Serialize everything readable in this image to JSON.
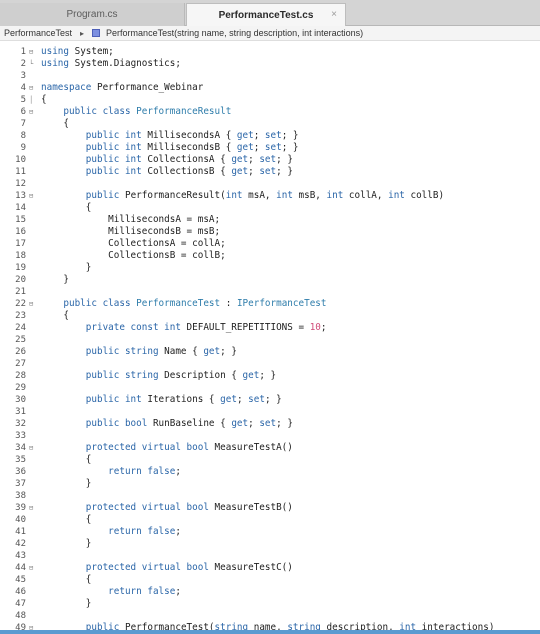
{
  "tabs": [
    {
      "label": "Program.cs",
      "active": false
    },
    {
      "label": "PerformanceTest.cs",
      "active": true,
      "close_glyph": "×"
    }
  ],
  "breadcrumb": {
    "class_name": "PerformanceTest",
    "separator": "▸",
    "member": "PerformanceTest(string name, string description, int interactions)"
  },
  "code_lines": [
    {
      "n": "1",
      "fold": "⊟",
      "segs": [
        {
          "t": "using",
          "c": "kw"
        },
        {
          "t": " System;"
        }
      ]
    },
    {
      "n": "2",
      "fold": "└",
      "segs": [
        {
          "t": "using",
          "c": "kw"
        },
        {
          "t": " System.Diagnostics;"
        }
      ]
    },
    {
      "n": "3",
      "segs": []
    },
    {
      "n": "4",
      "fold": "⊟",
      "segs": [
        {
          "t": "namespace",
          "c": "kw"
        },
        {
          "t": " Performance_Webinar"
        }
      ]
    },
    {
      "n": "5",
      "fold": "│",
      "segs": [
        {
          "t": "{"
        }
      ]
    },
    {
      "n": "6",
      "fold": "⊟",
      "segs": [
        {
          "t": "    "
        },
        {
          "t": "public class",
          "c": "kw"
        },
        {
          "t": " "
        },
        {
          "t": "PerformanceResult",
          "c": "tp"
        }
      ]
    },
    {
      "n": "7",
      "segs": [
        {
          "t": "    {"
        }
      ]
    },
    {
      "n": "8",
      "segs": [
        {
          "t": "        "
        },
        {
          "t": "public int",
          "c": "kw"
        },
        {
          "t": " MillisecondsA { "
        },
        {
          "t": "get",
          "c": "kw"
        },
        {
          "t": "; "
        },
        {
          "t": "set",
          "c": "kw"
        },
        {
          "t": "; }"
        }
      ]
    },
    {
      "n": "9",
      "segs": [
        {
          "t": "        "
        },
        {
          "t": "public int",
          "c": "kw"
        },
        {
          "t": " MillisecondsB { "
        },
        {
          "t": "get",
          "c": "kw"
        },
        {
          "t": "; "
        },
        {
          "t": "set",
          "c": "kw"
        },
        {
          "t": "; }"
        }
      ]
    },
    {
      "n": "10",
      "segs": [
        {
          "t": "        "
        },
        {
          "t": "public int",
          "c": "kw"
        },
        {
          "t": " CollectionsA { "
        },
        {
          "t": "get",
          "c": "kw"
        },
        {
          "t": "; "
        },
        {
          "t": "set",
          "c": "kw"
        },
        {
          "t": "; }"
        }
      ]
    },
    {
      "n": "11",
      "segs": [
        {
          "t": "        "
        },
        {
          "t": "public int",
          "c": "kw"
        },
        {
          "t": " CollectionsB { "
        },
        {
          "t": "get",
          "c": "kw"
        },
        {
          "t": "; "
        },
        {
          "t": "set",
          "c": "kw"
        },
        {
          "t": "; }"
        }
      ]
    },
    {
      "n": "12",
      "segs": []
    },
    {
      "n": "13",
      "fold": "⊟",
      "segs": [
        {
          "t": "        "
        },
        {
          "t": "public",
          "c": "kw"
        },
        {
          "t": " PerformanceResult("
        },
        {
          "t": "int",
          "c": "kw"
        },
        {
          "t": " msA, "
        },
        {
          "t": "int",
          "c": "kw"
        },
        {
          "t": " msB, "
        },
        {
          "t": "int",
          "c": "kw"
        },
        {
          "t": " collA, "
        },
        {
          "t": "int",
          "c": "kw"
        },
        {
          "t": " collB)"
        }
      ]
    },
    {
      "n": "14",
      "segs": [
        {
          "t": "        {"
        }
      ]
    },
    {
      "n": "15",
      "segs": [
        {
          "t": "            MillisecondsA = msA;"
        }
      ]
    },
    {
      "n": "16",
      "segs": [
        {
          "t": "            MillisecondsB = msB;"
        }
      ]
    },
    {
      "n": "17",
      "segs": [
        {
          "t": "            CollectionsA = collA;"
        }
      ]
    },
    {
      "n": "18",
      "segs": [
        {
          "t": "            CollectionsB = collB;"
        }
      ]
    },
    {
      "n": "19",
      "segs": [
        {
          "t": "        }"
        }
      ]
    },
    {
      "n": "20",
      "segs": [
        {
          "t": "    }"
        }
      ]
    },
    {
      "n": "21",
      "segs": []
    },
    {
      "n": "22",
      "fold": "⊟",
      "segs": [
        {
          "t": "    "
        },
        {
          "t": "public class",
          "c": "kw"
        },
        {
          "t": " "
        },
        {
          "t": "PerformanceTest",
          "c": "tp"
        },
        {
          "t": " : "
        },
        {
          "t": "IPerformanceTest",
          "c": "tp"
        }
      ]
    },
    {
      "n": "23",
      "segs": [
        {
          "t": "    {"
        }
      ]
    },
    {
      "n": "24",
      "segs": [
        {
          "t": "        "
        },
        {
          "t": "private const int",
          "c": "kw"
        },
        {
          "t": " DEFAULT_REPETITIONS = "
        },
        {
          "t": "10",
          "c": "num"
        },
        {
          "t": ";"
        }
      ]
    },
    {
      "n": "25",
      "segs": []
    },
    {
      "n": "26",
      "segs": [
        {
          "t": "        "
        },
        {
          "t": "public string",
          "c": "kw"
        },
        {
          "t": " Name { "
        },
        {
          "t": "get",
          "c": "kw"
        },
        {
          "t": "; }"
        }
      ]
    },
    {
      "n": "27",
      "segs": []
    },
    {
      "n": "28",
      "segs": [
        {
          "t": "        "
        },
        {
          "t": "public string",
          "c": "kw"
        },
        {
          "t": " Description { "
        },
        {
          "t": "get",
          "c": "kw"
        },
        {
          "t": "; }"
        }
      ]
    },
    {
      "n": "29",
      "segs": []
    },
    {
      "n": "30",
      "segs": [
        {
          "t": "        "
        },
        {
          "t": "public int",
          "c": "kw"
        },
        {
          "t": " Iterations { "
        },
        {
          "t": "get",
          "c": "kw"
        },
        {
          "t": "; "
        },
        {
          "t": "set",
          "c": "kw"
        },
        {
          "t": "; }"
        }
      ]
    },
    {
      "n": "31",
      "segs": []
    },
    {
      "n": "32",
      "segs": [
        {
          "t": "        "
        },
        {
          "t": "public bool",
          "c": "kw"
        },
        {
          "t": " RunBaseline { "
        },
        {
          "t": "get",
          "c": "kw"
        },
        {
          "t": "; "
        },
        {
          "t": "set",
          "c": "kw"
        },
        {
          "t": "; }"
        }
      ]
    },
    {
      "n": "33",
      "segs": []
    },
    {
      "n": "34",
      "fold": "⊟",
      "segs": [
        {
          "t": "        "
        },
        {
          "t": "protected virtual bool",
          "c": "kw"
        },
        {
          "t": " MeasureTestA()"
        }
      ]
    },
    {
      "n": "35",
      "segs": [
        {
          "t": "        {"
        }
      ]
    },
    {
      "n": "36",
      "segs": [
        {
          "t": "            "
        },
        {
          "t": "return false",
          "c": "kw"
        },
        {
          "t": ";"
        }
      ]
    },
    {
      "n": "37",
      "segs": [
        {
          "t": "        }"
        }
      ]
    },
    {
      "n": "38",
      "segs": []
    },
    {
      "n": "39",
      "fold": "⊟",
      "segs": [
        {
          "t": "        "
        },
        {
          "t": "protected virtual bool",
          "c": "kw"
        },
        {
          "t": " MeasureTestB()"
        }
      ]
    },
    {
      "n": "40",
      "segs": [
        {
          "t": "        {"
        }
      ]
    },
    {
      "n": "41",
      "segs": [
        {
          "t": "            "
        },
        {
          "t": "return false",
          "c": "kw"
        },
        {
          "t": ";"
        }
      ]
    },
    {
      "n": "42",
      "segs": [
        {
          "t": "        }"
        }
      ]
    },
    {
      "n": "43",
      "segs": []
    },
    {
      "n": "44",
      "fold": "⊟",
      "segs": [
        {
          "t": "        "
        },
        {
          "t": "protected virtual bool",
          "c": "kw"
        },
        {
          "t": " MeasureTestC()"
        }
      ]
    },
    {
      "n": "45",
      "segs": [
        {
          "t": "        {"
        }
      ]
    },
    {
      "n": "46",
      "segs": [
        {
          "t": "            "
        },
        {
          "t": "return false",
          "c": "kw"
        },
        {
          "t": ";"
        }
      ]
    },
    {
      "n": "47",
      "segs": [
        {
          "t": "        }"
        }
      ]
    },
    {
      "n": "48",
      "segs": []
    },
    {
      "n": "49",
      "fold": "⊟",
      "segs": [
        {
          "t": "        "
        },
        {
          "t": "public",
          "c": "kw"
        },
        {
          "t": " PerformanceTest("
        },
        {
          "t": "string",
          "c": "kw"
        },
        {
          "t": " name, "
        },
        {
          "t": "string",
          "c": "kw"
        },
        {
          "t": " description, "
        },
        {
          "t": "int",
          "c": "kw"
        },
        {
          "t": " interactions)"
        }
      ]
    }
  ]
}
